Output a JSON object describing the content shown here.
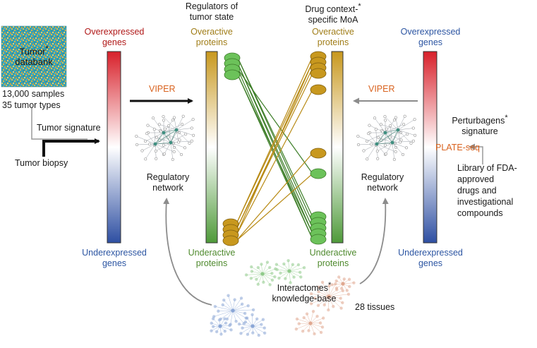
{
  "tumor_databank": {
    "label_line1": "Tumor",
    "label_line2": "databank",
    "star": "*",
    "samples": "13,000 samples",
    "types": "35 tumor types"
  },
  "tumor_signature": "Tumor signature",
  "tumor_biopsy": "Tumor biopsy",
  "left_gradient": {
    "top_line1": "Overexpressed",
    "top_line2": "genes",
    "bottom_line1": "Underexpressed",
    "bottom_line2": "genes"
  },
  "viper_left": "VIPER",
  "viper_right": "VIPER",
  "regulatory_network_left": {
    "line1": "Regulatory",
    "line2": "network"
  },
  "regulatory_network_right": {
    "line1": "Regulatory",
    "line2": "network"
  },
  "regulators_header": {
    "line1": "Regulators of",
    "line2": "tumor state"
  },
  "drug_header": {
    "line1": "Drug context-",
    "line2": "specific MoA",
    "star": "*"
  },
  "left_protein_bar": {
    "top_line1": "Overactive",
    "top_line2": "proteins",
    "bottom_line1": "Underactive",
    "bottom_line2": "proteins"
  },
  "right_protein_bar": {
    "top_line1": "Overactive",
    "top_line2": "proteins",
    "bottom_line1": "Underactive",
    "bottom_line2": "proteins"
  },
  "right_gradient": {
    "top_line1": "Overexpressed",
    "top_line2": "genes",
    "bottom_line1": "Underexpressed",
    "bottom_line2": "genes"
  },
  "perturbagens": {
    "line1": "Perturbagens",
    "line2": "signature",
    "star": "*"
  },
  "plate_seq": "PLATE-seq",
  "library": {
    "line1": "Library of FDA-",
    "line2": "approved",
    "line3": "drugs and",
    "line4": "investigational",
    "line5": "compounds"
  },
  "interactomes": {
    "line1": "Interactomes",
    "line2": "knowledge-base",
    "star": "*"
  },
  "tissues": "28 tissues",
  "colors": {
    "gold": "#c8981e",
    "green": "#5cb04a",
    "red": "#d8202a",
    "blue": "#2e4fa2",
    "orange": "#d9621e",
    "arrow_gray": "#8c8c8c",
    "dark_line_green": "#3f7f2a"
  }
}
